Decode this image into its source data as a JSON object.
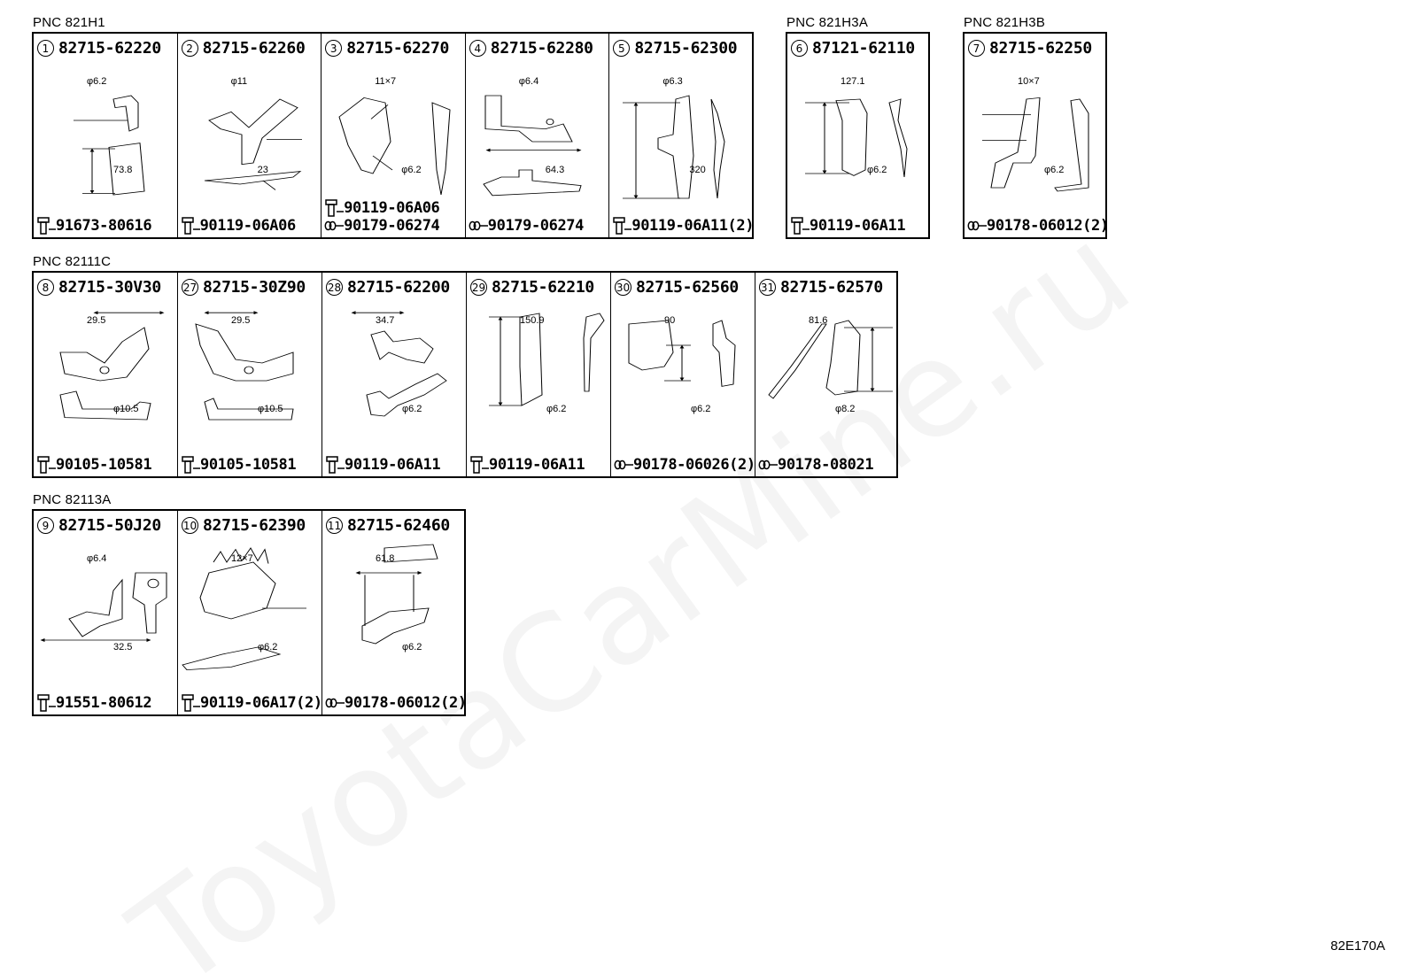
{
  "diagram_code": "82E170A",
  "watermark": "ToyotaCarMine.ru",
  "groups": [
    {
      "pnc": "PNC 821H1",
      "cells": [
        {
          "num": "1",
          "part": "82715-62220",
          "fasteners": [
            {
              "icon": "bolt-icon",
              "part": "91673-80616"
            }
          ],
          "dims": [
            "φ6.2",
            "73.8"
          ]
        },
        {
          "num": "2",
          "part": "82715-62260",
          "fasteners": [
            {
              "icon": "bolt-icon",
              "part": "90119-06A06"
            }
          ],
          "dims": [
            "φ11",
            "23"
          ]
        },
        {
          "num": "3",
          "part": "82715-62270",
          "fasteners": [
            {
              "icon": "bolt-icon",
              "part": "90119-06A06"
            },
            {
              "icon": "clip-icon",
              "part": "90179-06274"
            }
          ],
          "dims": [
            "11×7",
            "φ6.2"
          ]
        },
        {
          "num": "4",
          "part": "82715-62280",
          "fasteners": [
            {
              "icon": "clip-icon",
              "part": "90179-06274"
            }
          ],
          "dims": [
            "φ6.4",
            "64.3"
          ]
        },
        {
          "num": "5",
          "part": "82715-62300",
          "fasteners": [
            {
              "icon": "bolt-icon",
              "part": "90119-06A11(2)"
            }
          ],
          "dims": [
            "φ6.3",
            "320"
          ]
        }
      ]
    },
    {
      "pnc": "PNC 821H3A",
      "cells": [
        {
          "num": "6",
          "part": "87121-62110",
          "fasteners": [
            {
              "icon": "bolt-icon",
              "part": "90119-06A11"
            }
          ],
          "dims": [
            "127.1",
            "φ6.2"
          ]
        }
      ]
    },
    {
      "pnc": "PNC 821H3B",
      "cells": [
        {
          "num": "7",
          "part": "82715-62250",
          "fasteners": [
            {
              "icon": "clip-icon",
              "part": "90178-06012(2)"
            }
          ],
          "dims": [
            "10×7",
            "φ6.2"
          ]
        }
      ]
    },
    {
      "pnc": "PNC 82111C",
      "cells": [
        {
          "num": "8",
          "part": "82715-30V30",
          "fasteners": [
            {
              "icon": "bolt-icon",
              "part": "90105-10581"
            }
          ],
          "dims": [
            "29.5",
            "φ10.5"
          ]
        },
        {
          "num": "27",
          "part": "82715-30Z90",
          "fasteners": [
            {
              "icon": "bolt-icon",
              "part": "90105-10581"
            }
          ],
          "dims": [
            "29.5",
            "φ10.5"
          ]
        },
        {
          "num": "28",
          "part": "82715-62200",
          "fasteners": [
            {
              "icon": "bolt-icon",
              "part": "90119-06A11"
            }
          ],
          "dims": [
            "34.7",
            "φ6.2"
          ]
        },
        {
          "num": "29",
          "part": "82715-62210",
          "fasteners": [
            {
              "icon": "bolt-icon",
              "part": "90119-06A11"
            }
          ],
          "dims": [
            "150.9",
            "φ6.2"
          ]
        },
        {
          "num": "30",
          "part": "82715-62560",
          "fasteners": [
            {
              "icon": "clip-icon",
              "part": "90178-06026(2)"
            }
          ],
          "dims": [
            "90",
            "φ6.2"
          ]
        },
        {
          "num": "31",
          "part": "82715-62570",
          "fasteners": [
            {
              "icon": "clip-icon",
              "part": "90178-08021"
            }
          ],
          "dims": [
            "81.6",
            "φ8.2"
          ]
        }
      ]
    },
    {
      "pnc": "PNC 82113A",
      "cells": [
        {
          "num": "9",
          "part": "82715-50J20",
          "fasteners": [
            {
              "icon": "bolt-icon",
              "part": "91551-80612"
            }
          ],
          "dims": [
            "φ6.4",
            "32.5"
          ]
        },
        {
          "num": "10",
          "part": "82715-62390",
          "fasteners": [
            {
              "icon": "bolt-icon",
              "part": "90119-06A17(2)"
            }
          ],
          "dims": [
            "12×7",
            "φ6.2"
          ]
        },
        {
          "num": "11",
          "part": "82715-62460",
          "fasteners": [
            {
              "icon": "clip-icon",
              "part": "90178-06012(2)"
            }
          ],
          "dims": [
            "61.8",
            "φ6.2"
          ]
        }
      ]
    }
  ]
}
